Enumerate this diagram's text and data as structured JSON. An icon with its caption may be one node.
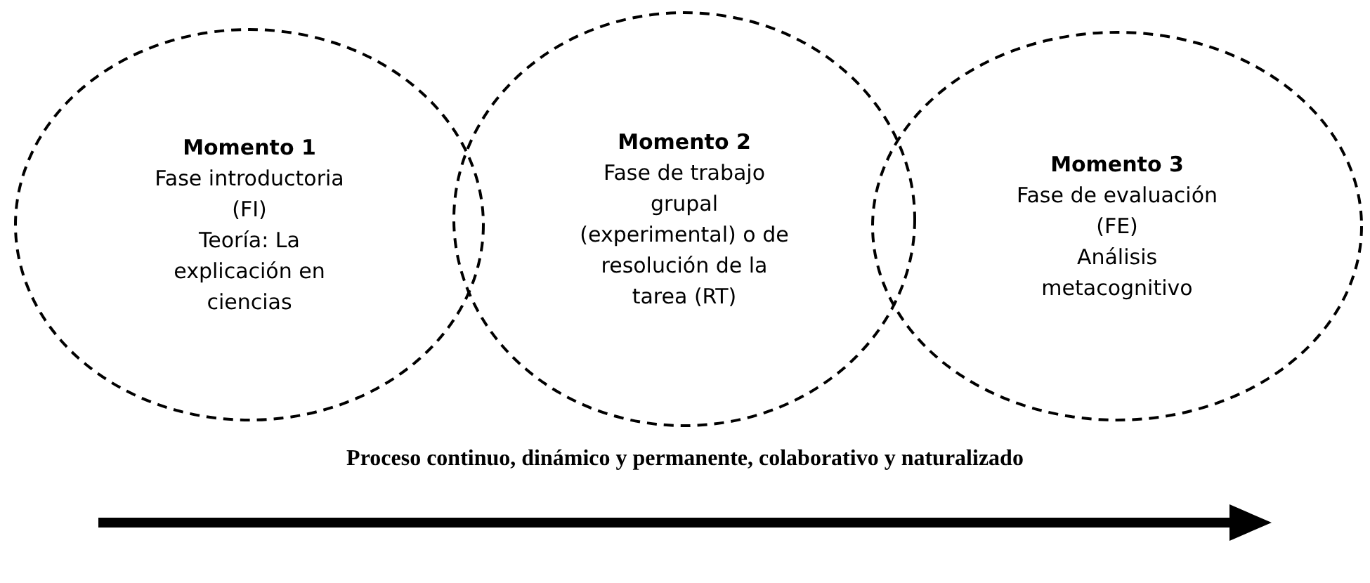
{
  "diagram": {
    "nodes": [
      {
        "text": [
          "Momento 1",
          "Fase introductoria (FI)",
          "Teoría: La explicación en ciencias"
        ]
      },
      {
        "text": [
          "Momento 2",
          "Fase de trabajo grupal (experimental) o de resolución de la tarea (RT)"
        ]
      },
      {
        "text": [
          "Momento 3",
          "Fase de evaluación (FE)",
          "Análisis metacognitivo"
        ]
      }
    ],
    "edges": [],
    "labels": [
      "Proceso continuo, dinámico y permanente, colaborativo y naturalizado"
    ]
  }
}
